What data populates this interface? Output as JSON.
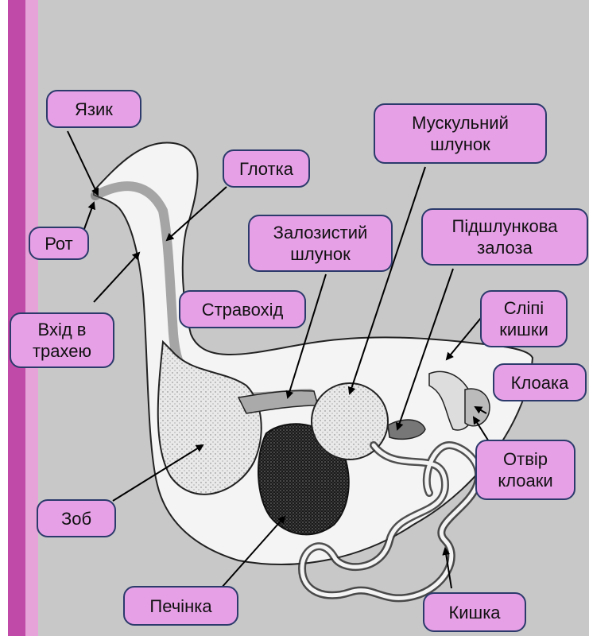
{
  "colors": {
    "background": "#c8c8c8",
    "sidebar_dark": "#c04aa8",
    "sidebar_light": "#e6a3d9",
    "label_fill": "#e6a1e6",
    "label_border": "#2b3a6b"
  },
  "labels": {
    "tongue": "Язик",
    "mouth": "Рот",
    "trachea_entry": "Вхід в\nтрахею",
    "pharynx": "Глотка",
    "esophagus": "Стравохід",
    "glandular_stomach": "Залозистий\nшлунок",
    "muscular_stomach": "Мускульний\nшлунок",
    "pancreas": "Підшлункова\nзалоза",
    "caeca": "Сліпі\nкишки",
    "cloaca": "Клоака",
    "cloaca_opening": "Отвір\nклоаки",
    "crop": "Зоб",
    "liver": "Печінка",
    "intestine": "Кишка"
  }
}
